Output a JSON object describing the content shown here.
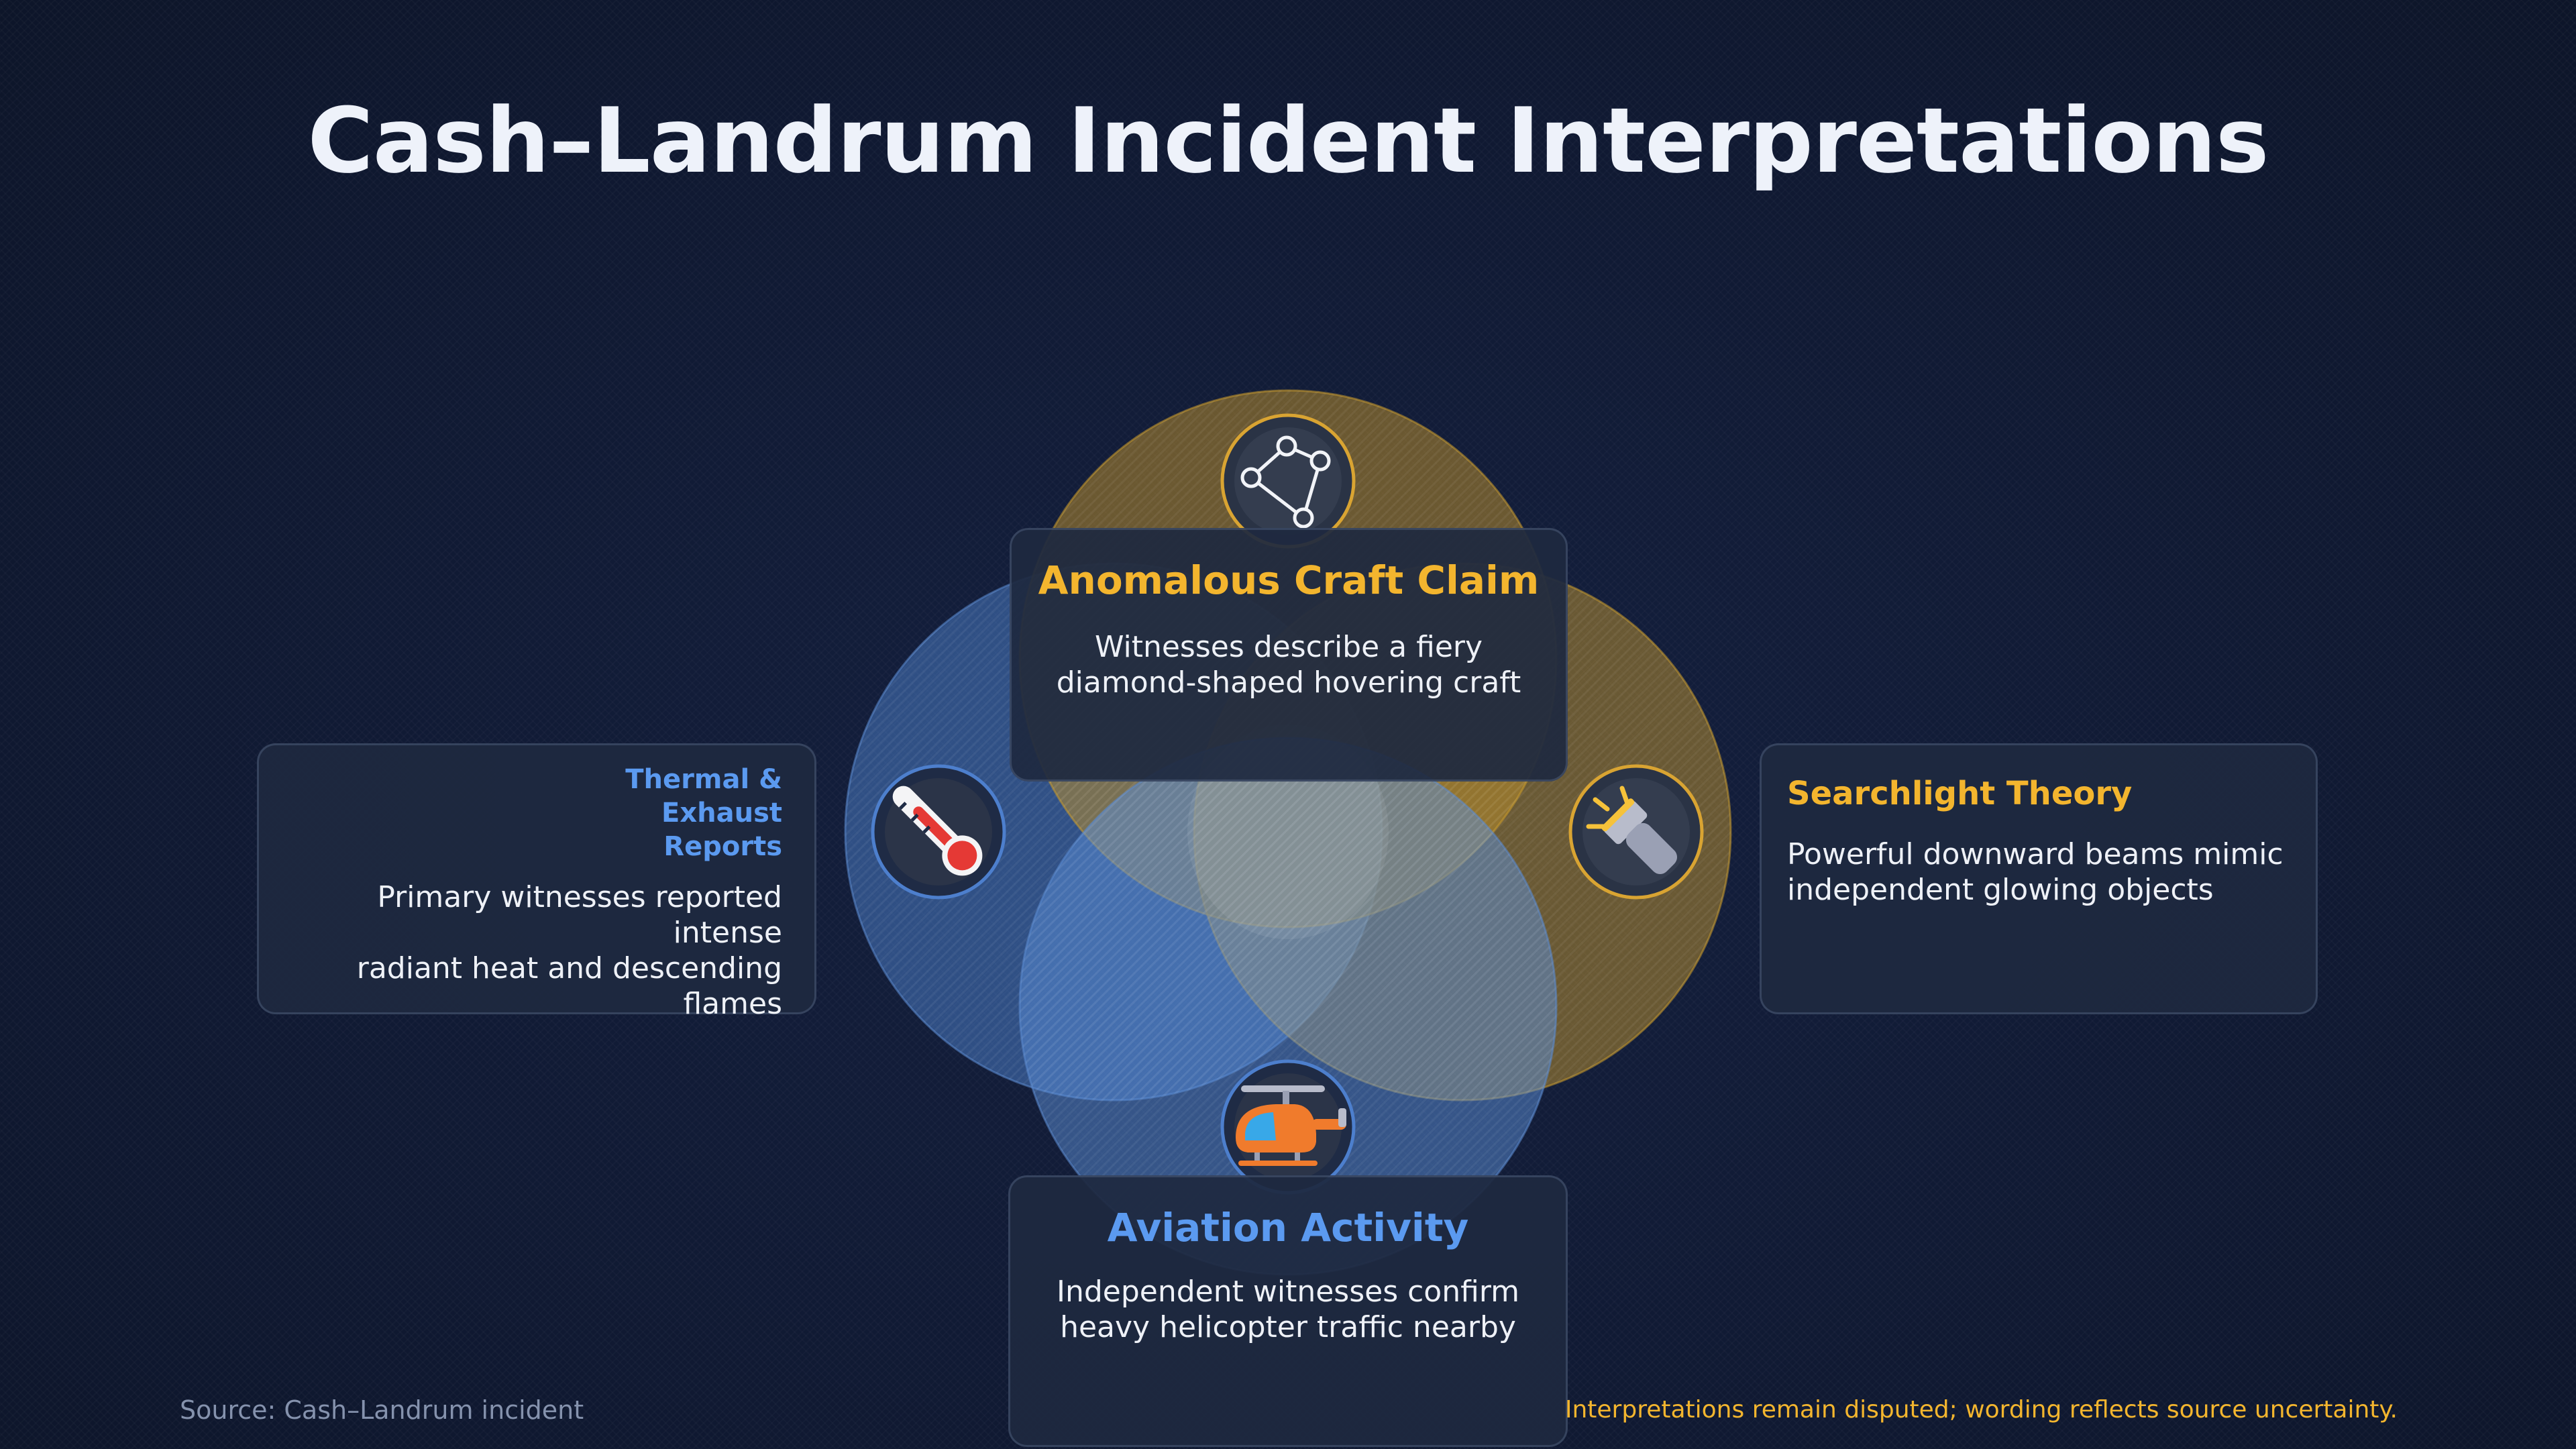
{
  "title": "Cash–Landrum Incident Interpretations",
  "colors": {
    "accent_gold": "#f3b52e",
    "accent_blue": "#5b9af0",
    "background": "#111a33",
    "card": "#1e2940"
  },
  "venn": {
    "top": {
      "heading": "Anomalous Craft Claim",
      "description_lines": [
        "Witnesses describe a fiery",
        "diamond-shaped hovering craft"
      ],
      "icon": "constellation-icon"
    },
    "left": {
      "heading_lines": [
        "Thermal & Exhaust",
        "Reports"
      ],
      "description_lines": [
        "Primary witnesses reported intense",
        "radiant heat and descending flames"
      ],
      "icon": "thermometer-icon"
    },
    "right": {
      "heading": "Searchlight Theory",
      "description_lines": [
        "Powerful downward beams mimic",
        "independent glowing objects"
      ],
      "icon": "flashlight-icon"
    },
    "bottom": {
      "heading": "Aviation Activity",
      "description_lines": [
        "Independent witnesses confirm",
        "heavy helicopter traffic nearby"
      ],
      "icon": "helicopter-icon"
    }
  },
  "footer": {
    "source": "Source: Cash–Landrum incident",
    "note": "Interpretations remain disputed; wording reflects source uncertainty."
  }
}
